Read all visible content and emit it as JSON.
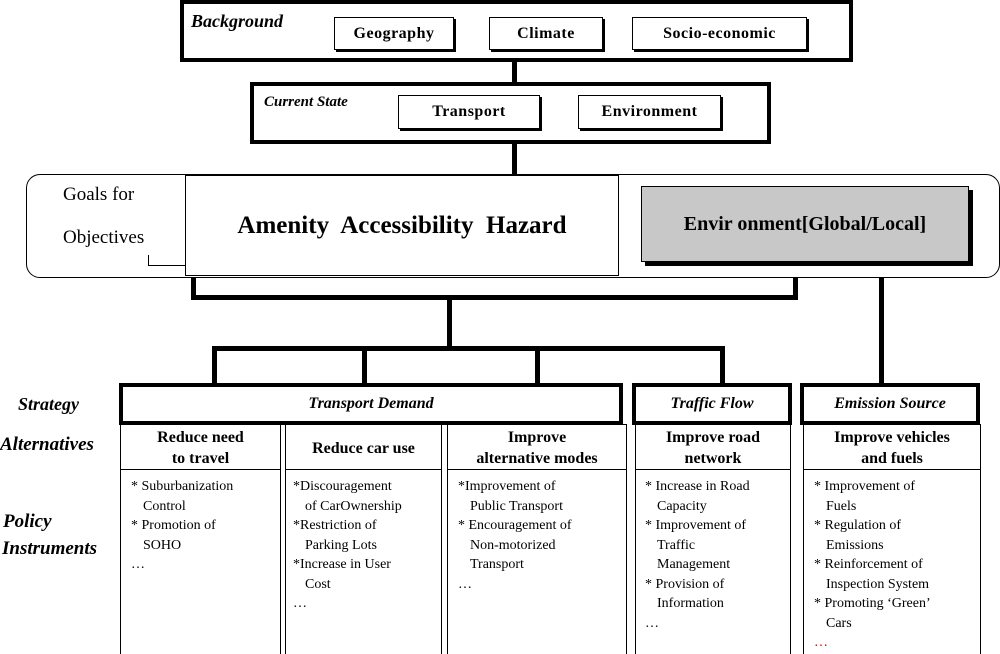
{
  "background": {
    "label": "Background",
    "items": [
      "Geography",
      "Climate",
      "Socio-economic"
    ]
  },
  "current_state": {
    "label": "Current State",
    "items": [
      "Transport",
      "Environment"
    ]
  },
  "goals": {
    "label_line1": "Goals for",
    "label_line2": "Objectives",
    "left_text": "Amenity  Accessibility  Hazard",
    "right_text": "Envir onment[Global/Local]",
    "right_fill": "#c8c8c8"
  },
  "row_labels": {
    "strategy": "Strategy",
    "alternatives": "Alternatives",
    "policy_line1": "Policy",
    "policy_line2": "Instruments"
  },
  "strategies": {
    "transport_demand": "Transport Demand",
    "traffic_flow": "Traffic Flow",
    "emission_source": "Emission Source"
  },
  "columns": [
    {
      "title_line1": "Reduce need",
      "title_line2": "to travel",
      "items": [
        {
          "text": "* Suburbanization",
          "cont": "Control"
        },
        {
          "text": "* Promotion of",
          "cont": "SOHO"
        },
        {
          "text": "…",
          "cont": ""
        }
      ]
    },
    {
      "title_line1": "Reduce car use",
      "title_line2": "",
      "items": [
        {
          "text": "*Discouragement",
          "cont": "of CarOwnership"
        },
        {
          "text": "*Restriction of",
          "cont": "Parking Lots"
        },
        {
          "text": "*Increase in User",
          "cont": "Cost"
        },
        {
          "text": "…",
          "cont": ""
        }
      ]
    },
    {
      "title_line1": "Improve",
      "title_line2": "alternative modes",
      "items": [
        {
          "text": "*Improvement of",
          "cont": "Public Transport"
        },
        {
          "text": "* Encouragement of",
          "cont": "Non-motorized"
        },
        {
          "text": "",
          "cont": "Transport"
        },
        {
          "text": "…",
          "cont": ""
        }
      ]
    },
    {
      "title_line1": "Improve road",
      "title_line2": "network",
      "items": [
        {
          "text": "* Increase in Road",
          "cont": "Capacity"
        },
        {
          "text": "* Improvement of",
          "cont": "Traffic"
        },
        {
          "text": "",
          "cont": "Management"
        },
        {
          "text": "* Provision of",
          "cont": "Information"
        },
        {
          "text": "…",
          "cont": ""
        }
      ]
    },
    {
      "title_line1": "Improve vehicles",
      "title_line2": "and fuels",
      "items": [
        {
          "text": "* Improvement of",
          "cont": "Fuels"
        },
        {
          "text": "* Regulation of",
          "cont": "Emissions"
        },
        {
          "text": "* Reinforcement of",
          "cont": "Inspection System"
        },
        {
          "text": "* Promoting ‘Green’",
          "cont": "Cars"
        },
        {
          "text": "…",
          "cont": ""
        }
      ]
    }
  ],
  "colors": {
    "line": "#000000",
    "ellipsis_last": "#cc0000"
  }
}
